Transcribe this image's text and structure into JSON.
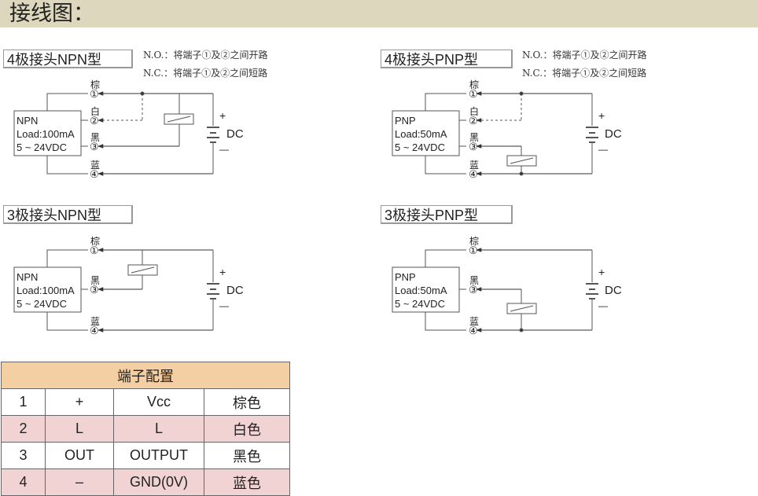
{
  "header": {
    "title": "接线图："
  },
  "notes": {
    "no": "N.O.：将端子①及②之间开路",
    "nc": "N.C.：将端子①及②之间短路"
  },
  "diagrams": [
    {
      "title": "4极接头NPN型",
      "box": [
        "NPN",
        "Load:100mA",
        "5 ~ 24VDC"
      ]
    },
    {
      "title": "4极接头PNP型",
      "box": [
        "PNP",
        "Load:50mA",
        "5 ~ 24VDC"
      ]
    },
    {
      "title": "3极接头NPN型",
      "box": [
        "NPN",
        "Load:100mA",
        "5 ~ 24VDC"
      ]
    },
    {
      "title": "3极接头PNP型",
      "box": [
        "PNP",
        "Load:50mA",
        "5 ~ 24VDC"
      ]
    }
  ],
  "wires": {
    "brown": "棕",
    "white": "白",
    "black": "黑",
    "blue": "蓝"
  },
  "pins": {
    "p1": "①",
    "p2": "②",
    "p3": "③",
    "p4": "④"
  },
  "supply": {
    "plus": "+",
    "minus": "—",
    "label": "DC"
  },
  "table": {
    "title": "端子配置",
    "rows": [
      [
        "1",
        "+",
        "Vcc",
        "棕色"
      ],
      [
        "2",
        "L",
        "L",
        "白色"
      ],
      [
        "3",
        "OUT",
        "OUTPUT",
        "黑色"
      ],
      [
        "4",
        "–",
        "GND(0V)",
        "蓝色"
      ]
    ]
  }
}
